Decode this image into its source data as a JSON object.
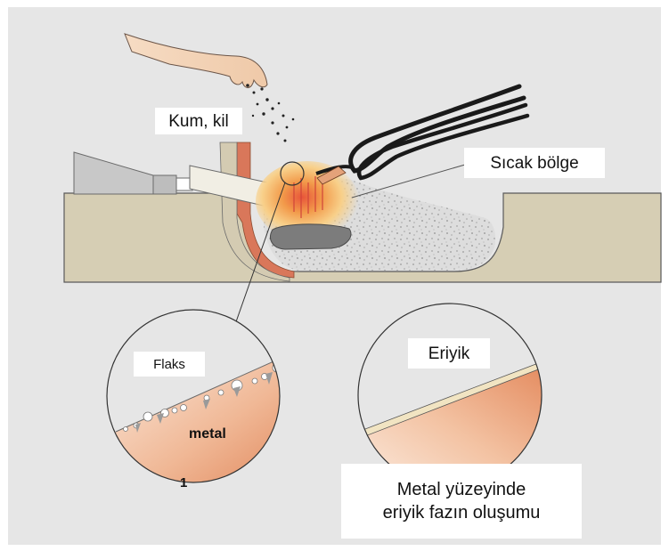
{
  "labels": {
    "sand_clay": "Kum, kil",
    "hot_zone": "Sıcak bölge",
    "flux": "Flaks",
    "metal": "metal",
    "figure_number": "1",
    "melt": "Eriyik",
    "caption_line1": "Metal yüzeyinde",
    "caption_line2": "eriyik fazın oluşumu"
  },
  "colors": {
    "background": "#ffffff",
    "panel": "#e6e6e6",
    "ground": "#d6ceb4",
    "sand": "#dcdcdc",
    "hot_zone": "#f0a050",
    "metal_fill": "#e8a07a",
    "melt_layer": "#f1e4c2",
    "crucible_wall": "#d9775a",
    "stone": "#7c7c7c"
  }
}
